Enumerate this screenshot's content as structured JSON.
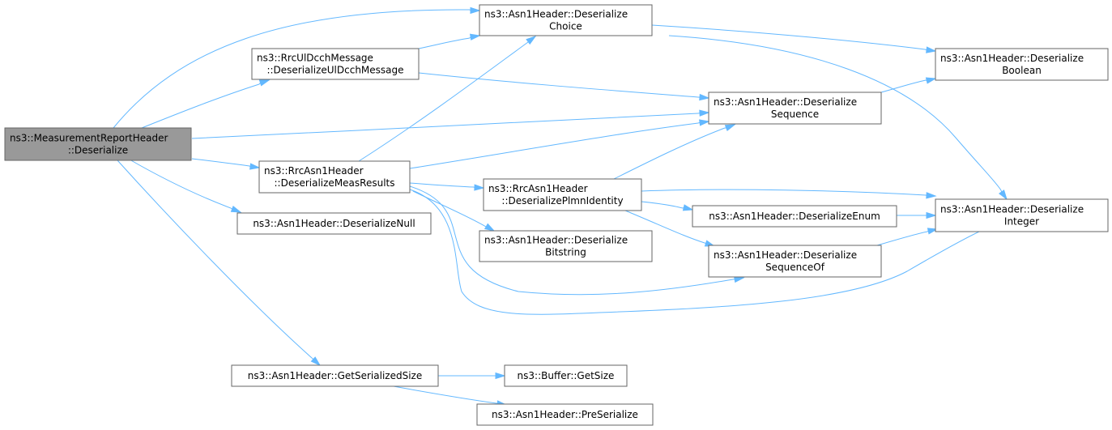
{
  "nodes": [
    {
      "id": "root",
      "lines": [
        "ns3::MeasurementReportHeader",
        "::Deserialize"
      ],
      "root": true
    },
    {
      "id": "ulDcch",
      "lines": [
        "ns3::RrcUlDcchMessage",
        "::DeserializeUlDcchMessage"
      ]
    },
    {
      "id": "measResults",
      "lines": [
        "ns3::RrcAsn1Header",
        "::DeserializeMeasResults"
      ]
    },
    {
      "id": "null",
      "lines": [
        "ns3::Asn1Header::DeserializeNull"
      ]
    },
    {
      "id": "serSize",
      "lines": [
        "ns3::Asn1Header::GetSerializedSize"
      ]
    },
    {
      "id": "choice",
      "lines": [
        "ns3::Asn1Header::Deserialize",
        "Choice"
      ]
    },
    {
      "id": "plmn",
      "lines": [
        "ns3::RrcAsn1Header",
        "::DeserializePlmnIdentity"
      ]
    },
    {
      "id": "bitstring",
      "lines": [
        "ns3::Asn1Header::Deserialize",
        "Bitstring"
      ]
    },
    {
      "id": "bufSize",
      "lines": [
        "ns3::Buffer::GetSize"
      ]
    },
    {
      "id": "preSer",
      "lines": [
        "ns3::Asn1Header::PreSerialize"
      ]
    },
    {
      "id": "sequence",
      "lines": [
        "ns3::Asn1Header::Deserialize",
        "Sequence"
      ]
    },
    {
      "id": "enum",
      "lines": [
        "ns3::Asn1Header::DeserializeEnum"
      ]
    },
    {
      "id": "seqOf",
      "lines": [
        "ns3::Asn1Header::Deserialize",
        "SequenceOf"
      ]
    },
    {
      "id": "boolean",
      "lines": [
        "ns3::Asn1Header::Deserialize",
        "Boolean"
      ]
    },
    {
      "id": "integer",
      "lines": [
        "ns3::Asn1Header::Deserialize",
        "Integer"
      ]
    }
  ],
  "edges": [
    {
      "from": "root",
      "to": "choice"
    },
    {
      "from": "root",
      "to": "ulDcch"
    },
    {
      "from": "root",
      "to": "sequence"
    },
    {
      "from": "root",
      "to": "measResults"
    },
    {
      "from": "root",
      "to": "null"
    },
    {
      "from": "root",
      "to": "serSize"
    },
    {
      "from": "ulDcch",
      "to": "choice"
    },
    {
      "from": "ulDcch",
      "to": "sequence"
    },
    {
      "from": "measResults",
      "to": "choice"
    },
    {
      "from": "measResults",
      "to": "sequence"
    },
    {
      "from": "measResults",
      "to": "plmn"
    },
    {
      "from": "measResults",
      "to": "bitstring"
    },
    {
      "from": "measResults",
      "to": "seqOf"
    },
    {
      "from": "measResults",
      "to": "integer"
    },
    {
      "from": "choice",
      "to": "boolean"
    },
    {
      "from": "choice",
      "to": "integer"
    },
    {
      "from": "sequence",
      "to": "boolean"
    },
    {
      "from": "plmn",
      "to": "sequence"
    },
    {
      "from": "plmn",
      "to": "integer"
    },
    {
      "from": "plmn",
      "to": "enum"
    },
    {
      "from": "plmn",
      "to": "seqOf"
    },
    {
      "from": "enum",
      "to": "integer"
    },
    {
      "from": "seqOf",
      "to": "integer"
    },
    {
      "from": "serSize",
      "to": "bufSize"
    },
    {
      "from": "serSize",
      "to": "preSer"
    }
  ]
}
